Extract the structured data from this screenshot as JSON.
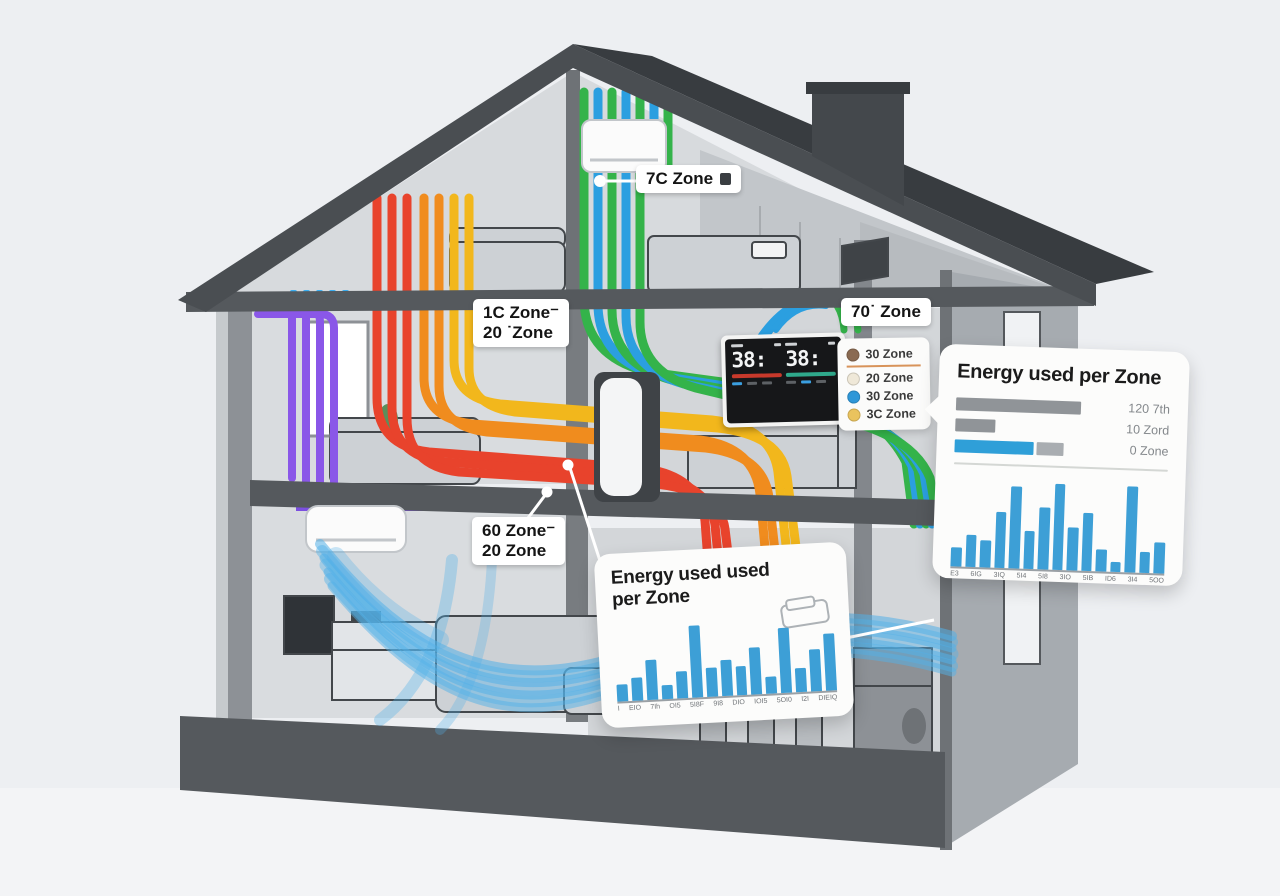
{
  "labels": {
    "attic": "7C Zone",
    "floor2_left": [
      "1C Zone⁻",
      "20 ˙Zone"
    ],
    "attic_right": "70˙ Zone",
    "floor1_left": [
      "60 Zone⁻",
      "20 Zone"
    ]
  },
  "thermostat": {
    "left_value": "38:",
    "right_value": "38:"
  },
  "legend": {
    "items": [
      {
        "label": "30 Zone",
        "color": "#8a6a52"
      },
      {
        "label": "20 Zone",
        "color": "#efe8d8"
      },
      {
        "label": "30 Zone",
        "color": "#2f97d8"
      },
      {
        "label": "3C Zone",
        "color": "#eac35e"
      }
    ]
  },
  "cards": {
    "right": {
      "title": "Energy used per Zone",
      "hbars": [
        {
          "label": "120 7th",
          "color": "#909498",
          "width": 82,
          "tail": 0
        },
        {
          "label": "10 Zord",
          "color": "#909498",
          "width": 26,
          "tail": 0
        },
        {
          "label": "0 Zone",
          "color": "#2f9fd8",
          "width": 52,
          "tail": 18
        }
      ]
    },
    "bottom": {
      "title_line1": "Energy used used",
      "title_line2": "per Zone"
    }
  },
  "chart_data": [
    {
      "type": "bar",
      "title": "Energy used per Zone",
      "categories": [
        "E3",
        "6IG",
        "3IQ",
        "5I4",
        "5I8",
        "3IO",
        "5IB",
        "ID6",
        "3I4",
        "5OO"
      ],
      "values": [
        20,
        33,
        28,
        58,
        85,
        40,
        65,
        90,
        45,
        60,
        23,
        10,
        90,
        22,
        32
      ],
      "bar_color": "#3d9fd6",
      "ylim": [
        0,
        100
      ],
      "legend_position": "none",
      "grid": false,
      "location": "right-card"
    },
    {
      "type": "bar",
      "title": "Energy used used per Zone",
      "categories": [
        "I",
        "EIO",
        "7Ih",
        "OI5",
        "5I8F",
        "9I8",
        "DIO",
        "IOI5",
        "5OI0",
        "I2I",
        "DIEIQ"
      ],
      "values": [
        22,
        30,
        52,
        18,
        35,
        95,
        38,
        48,
        38,
        62,
        22,
        85,
        32,
        55,
        75
      ],
      "bar_color": "#3d9fd6",
      "ylim": [
        0,
        100
      ],
      "legend_position": "none",
      "grid": false,
      "location": "bottom-card"
    }
  ],
  "colors": {
    "duct_red": "#e8432c",
    "duct_orange": "#f08c1e",
    "duct_yellow": "#f2b71c",
    "duct_green": "#34b34a",
    "duct_blue": "#2b9fe0",
    "duct_purple": "#8a57e8",
    "airflow_blue": "#53b1e8",
    "roof": "#4a4e52",
    "wall": "#8d9196",
    "chart_bar": "#3d9fd6"
  }
}
